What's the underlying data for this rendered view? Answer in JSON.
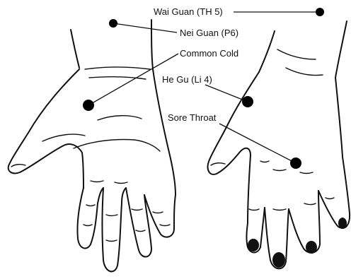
{
  "points": [
    {
      "id": "wai-guan",
      "label": "Wai Guan (TH 5)"
    },
    {
      "id": "nei-guan",
      "label": "Nei Guan (P6)"
    },
    {
      "id": "common-cold",
      "label": "Common Cold"
    },
    {
      "id": "he-gu",
      "label": "He Gu (Li 4)"
    },
    {
      "id": "sore-throat",
      "label": "Sore Throat"
    }
  ],
  "colors": {
    "ink": "#111111",
    "point": "#000000",
    "background": "#ffffff"
  }
}
